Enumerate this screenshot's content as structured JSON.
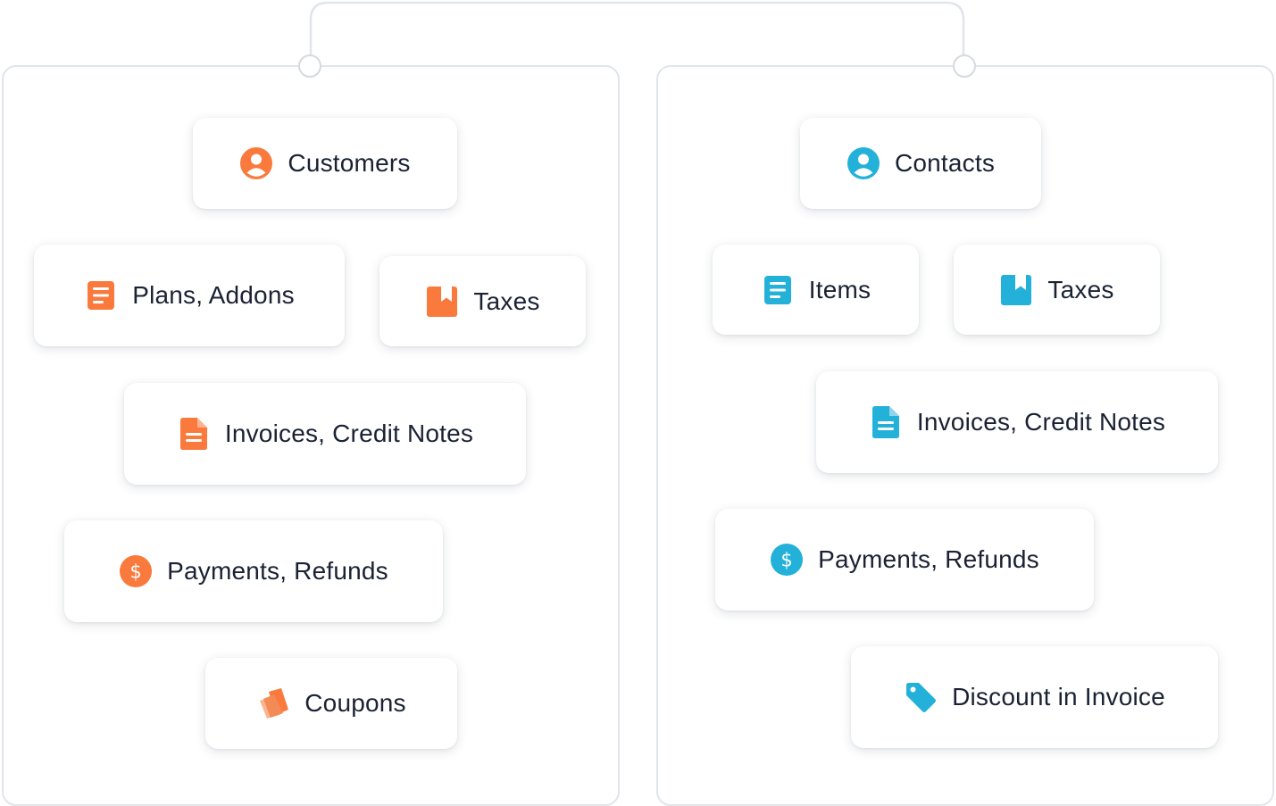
{
  "colors": {
    "left_accent": "#f97a3c",
    "right_accent": "#23b1d9",
    "text": "#1a2233",
    "border": "#e1e5ea"
  },
  "left_panel": {
    "items": [
      {
        "label": "Customers",
        "icon": "user-circle-icon"
      },
      {
        "label": "Plans, Addons",
        "icon": "list-document-icon"
      },
      {
        "label": "Taxes",
        "icon": "bookmark-book-icon"
      },
      {
        "label": "Invoices, Credit Notes",
        "icon": "file-document-icon"
      },
      {
        "label": "Payments, Refunds",
        "icon": "dollar-coin-icon"
      },
      {
        "label": "Coupons",
        "icon": "coupons-icon"
      }
    ]
  },
  "right_panel": {
    "items": [
      {
        "label": "Contacts",
        "icon": "user-circle-icon"
      },
      {
        "label": "Items",
        "icon": "list-document-icon"
      },
      {
        "label": "Taxes",
        "icon": "bookmark-book-icon"
      },
      {
        "label": "Invoices, Credit Notes",
        "icon": "file-document-icon"
      },
      {
        "label": "Payments, Refunds",
        "icon": "dollar-coin-icon"
      },
      {
        "label": "Discount in Invoice",
        "icon": "price-tag-icon"
      }
    ]
  }
}
